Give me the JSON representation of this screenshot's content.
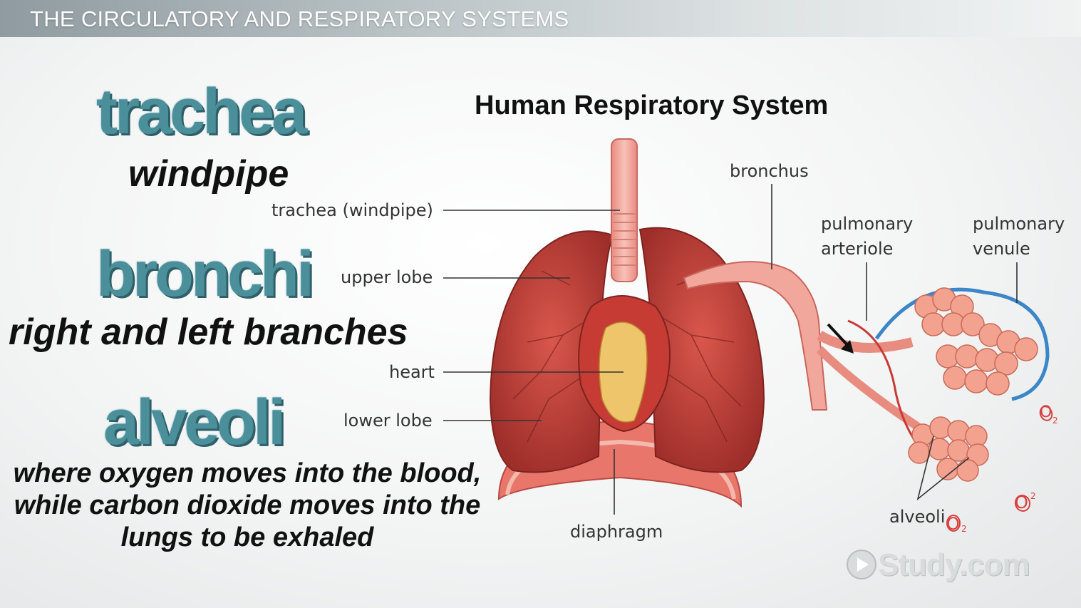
{
  "header": {
    "title": "THE CIRCULATORY AND RESPIRATORY SYSTEMS"
  },
  "terms": [
    {
      "word": "trachea",
      "meaning": "windpipe"
    },
    {
      "word": "bronchi",
      "meaning": "right and left branches"
    },
    {
      "word": "alveoli",
      "meaning_lines": [
        "where oxygen moves into the blood,",
        "while carbon dioxide moves into the",
        "lungs to be exhaled"
      ]
    }
  ],
  "diagram": {
    "title": "Human Respiratory System",
    "labels": {
      "trachea": "trachea (windpipe)",
      "upper_lobe": "upper lobe",
      "heart": "heart",
      "lower_lobe": "lower lobe",
      "diaphragm": "diaphragm",
      "bronchus": "bronchus",
      "pulmonary_arteriole": [
        "pulmonary",
        "arteriole"
      ],
      "pulmonary_venule": [
        "pulmonary",
        "venule"
      ],
      "alveoli": "alveoli"
    },
    "oxygen_symbol": "O",
    "oxygen_subscript": "2"
  },
  "watermark": "Study.com",
  "colors": {
    "term_accent": "#4b8f9b",
    "lung": "#c8473f",
    "heart": "#e8c060",
    "venule": "#3a86c8"
  }
}
